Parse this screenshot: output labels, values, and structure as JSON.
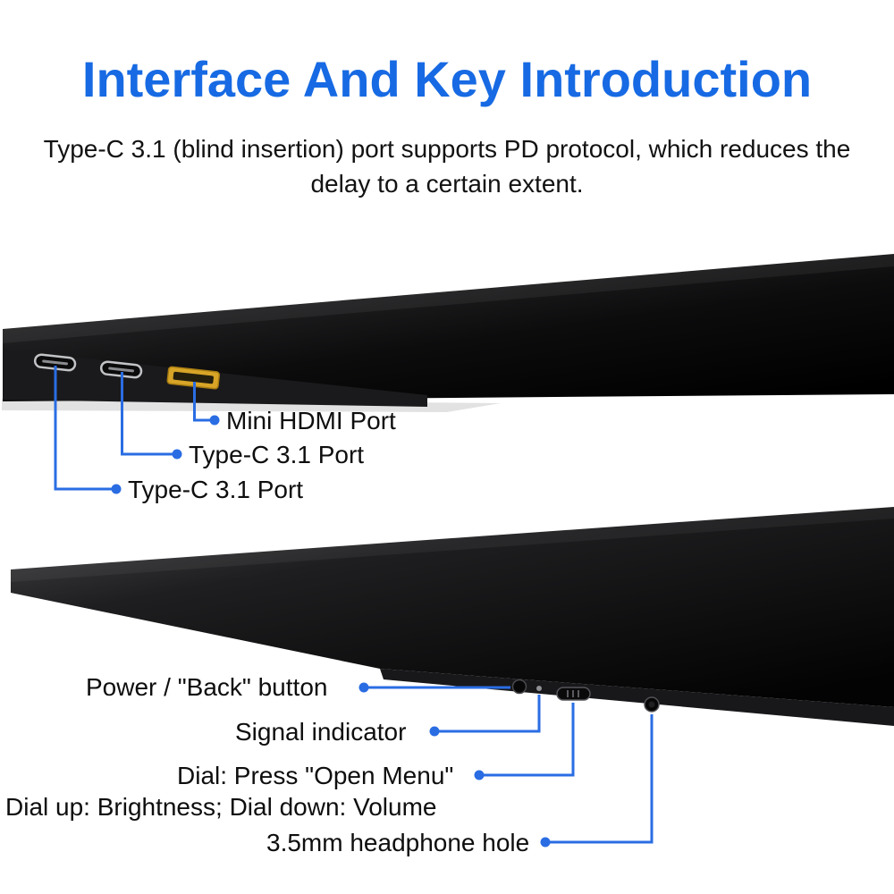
{
  "page": {
    "title": "Interface And Key Introduction",
    "subtitle_line1": "Type-C 3.1 (blind insertion) port supports PD protocol, which reduces the",
    "subtitle_line2": "delay to a certain extent."
  },
  "colors": {
    "title_blue": "#176ae3",
    "callout_line_blue": "#2a6de3",
    "text_black": "#0e0e0e",
    "monitor_black": "#0c0c0d",
    "hdmi_gold": "#d8a527",
    "background": "#ffffff"
  },
  "top_view": {
    "components": [
      "type-c-port-1",
      "type-c-port-2",
      "mini-hdmi-port"
    ],
    "callouts": {
      "mini_hdmi": "Mini HDMI Port",
      "type_c_2": "Type-C 3.1 Port",
      "type_c_1": "Type-C 3.1 Port"
    }
  },
  "bottom_view": {
    "components": [
      "power-button",
      "signal-indicator",
      "dial",
      "headphone-jack"
    ],
    "callouts": {
      "power": "Power / \"Back\" button",
      "signal": "Signal indicator",
      "dial": "Dial: Press \"Open Menu\"",
      "dial_hint": "Dial up: Brightness; Dial down: Volume",
      "headphone": "3.5mm headphone hole"
    }
  }
}
